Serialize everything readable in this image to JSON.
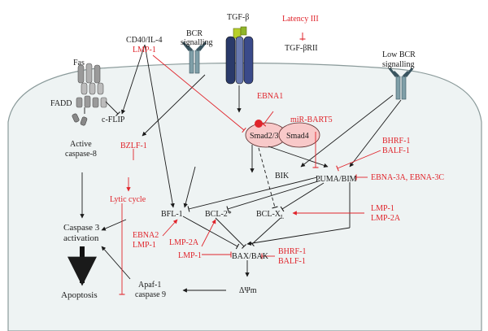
{
  "inputs": {
    "cd40": "CD40/IL-4",
    "lmp1_top": "LMP-1",
    "bcr": "BCR",
    "bcr2": "signalling",
    "tgf": "TGF-β",
    "latency": "Latency III",
    "tgfbrii": "TGF-βRII",
    "low_bcr": "Low BCR",
    "low_bcr2": "signalling",
    "fas": "Fas",
    "fadd": "FADD",
    "cflip": "c-FLIP",
    "active": "Active",
    "caspase8": "caspase-8"
  },
  "cell": {
    "ebna1": "EBNA1",
    "smad23": "Smad2/3",
    "smad4": "Smad4",
    "mirbart5": "miR-BART5",
    "bzlf1": "BZLF-1",
    "lytic": "Lytic cycle",
    "bik": "BIK",
    "puma_bim": "PUMA/BIM",
    "bhrf1_a": "BHRF-1",
    "balf1_a": "BALF-1",
    "ebna3": "EBNA-3A, EBNA-3C",
    "bfl1": "BFL-1",
    "bcl2": "BCL-2*",
    "bclxl": "BCL-X",
    "bclxl_sub": "L",
    "lmp1_r": "LMP-1",
    "lmp2a_r": "LMP-2A",
    "casp3": "Caspase 3",
    "casp3b": "activation",
    "ebna2": "EBNA2",
    "lmp1_c": "LMP-1",
    "lmp2a_c": "LMP-2A",
    "lmp1_d": "LMP-1",
    "baxbak": "BAX/BAK",
    "bhrf1_b": "BHRF-1",
    "balf1_b": "BALF-1",
    "apoptosis": "Apoptosis",
    "apaf1": "Apaf-1",
    "casp9": "caspase 9",
    "dpsi": "ΔΨm"
  },
  "colors": {
    "viral": "#e0242b",
    "smad_fill": "#f8c9c9",
    "smad_dot": "#e0242b",
    "cell_fill": "#eef3f3"
  }
}
